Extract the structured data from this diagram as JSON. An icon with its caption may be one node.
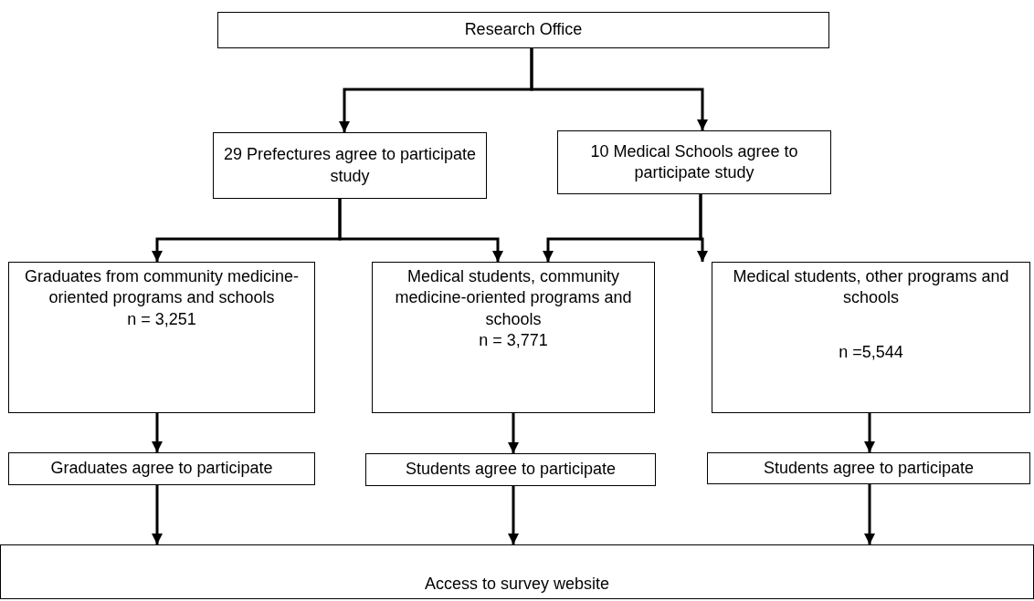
{
  "diagram": {
    "nodes": [
      {
        "text": [
          "Research Office"
        ]
      },
      {
        "text": [
          "29 Prefectures agree to participate study"
        ]
      },
      {
        "text": [
          "10 Medical Schools agree to participate study"
        ]
      },
      {
        "text": [
          "Graduates from community medicine-oriented programs and schools",
          "n = 3,251"
        ]
      },
      {
        "text": [
          "Medical students, community medicine-oriented programs and schools",
          "n = 3,771"
        ]
      },
      {
        "text": [
          "Medical students, other programs and schools",
          "n =5,544"
        ]
      },
      {
        "text": [
          "Graduates agree to participate"
        ]
      },
      {
        "text": [
          "Students agree to participate"
        ]
      },
      {
        "text": [
          "Students agree to participate"
        ]
      },
      {
        "text": [
          "Access to survey website"
        ]
      }
    ],
    "edges": [
      {
        "from": 0,
        "to": 1,
        "arrow": "to"
      },
      {
        "from": 0,
        "to": 2,
        "arrow": "to"
      },
      {
        "from": 1,
        "to": 3,
        "arrow": "to"
      },
      {
        "from": 1,
        "to": 4,
        "arrow": "to"
      },
      {
        "from": 2,
        "to": 4,
        "arrow": "to"
      },
      {
        "from": 2,
        "to": 5,
        "arrow": "to"
      },
      {
        "from": 3,
        "to": 6,
        "arrow": "to"
      },
      {
        "from": 4,
        "to": 7,
        "arrow": "to"
      },
      {
        "from": 5,
        "to": 8,
        "arrow": "to"
      },
      {
        "from": 6,
        "to": 9,
        "arrow": "to"
      },
      {
        "from": 7,
        "to": 9,
        "arrow": "to"
      },
      {
        "from": 8,
        "to": 9,
        "arrow": "to"
      }
    ]
  }
}
